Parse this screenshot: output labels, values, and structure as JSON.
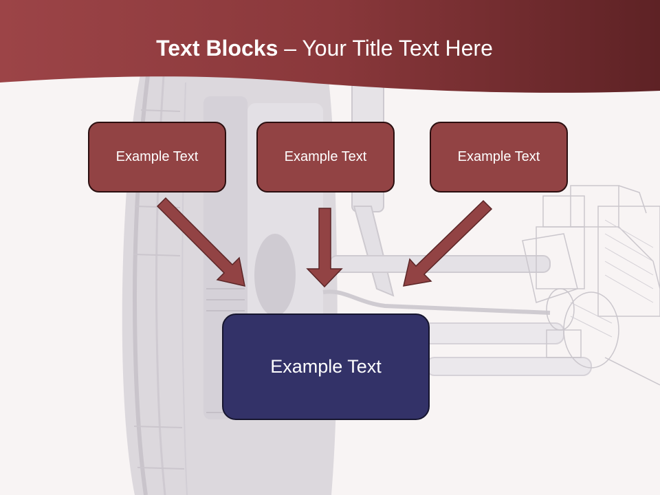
{
  "slide": {
    "title_bold": "Text Blocks",
    "title_dash": "–",
    "title_rest": "Your Title Text Here"
  },
  "boxes": {
    "top_left": "Example Text",
    "top_middle": "Example Text",
    "top_right": "Example Text",
    "bottom_main": "Example Text"
  },
  "colors": {
    "header": "#8a383b",
    "box_red": "#924344",
    "box_blue": "#333268",
    "arrow": "#924344",
    "background": "#f8f4f4"
  }
}
